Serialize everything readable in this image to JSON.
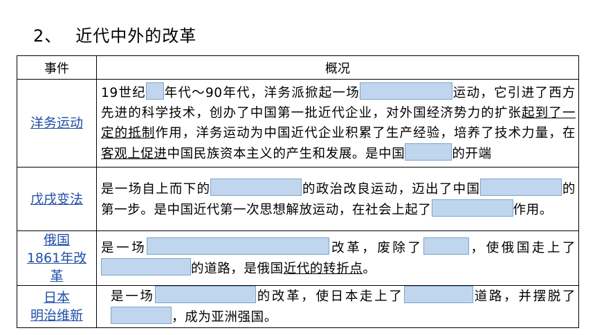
{
  "heading": {
    "number": "2、",
    "title": "近代中外的改革"
  },
  "table": {
    "headers": [
      "事件",
      "概况"
    ],
    "rows": [
      {
        "event": "洋务运动",
        "t1": "19世纪",
        "t2": "年代～90年代，洋务派掀起一场",
        "t3": "运动，它引进了西方先进的科学技术，创办了中国第一批近代企业，对外国经济势力的扩张",
        "t4": "起到了一定的抵制",
        "t5": "作用，洋务运动为中国近代企业积累了生产经验，培养了技术力量，在",
        "t6": "客观上促进",
        "t7": "中国民族资本主义的产生和发展。是中国",
        "t8": "的开端"
      },
      {
        "event": "戊戌变法",
        "t1": "是一场自上而下的",
        "t2": "的政治改良运动，迈出了中国",
        "t3": "的第一步。是中国近代第一次思想解放运动，在社会上起了",
        "t4": "作用。"
      },
      {
        "event_lines": [
          "俄国",
          "1861年改",
          "革"
        ],
        "t1": "是一场",
        "t2": "改革，废除了",
        "t3": "，使俄国走上了",
        "t4": "的道路，是俄国",
        "t5": "近代的转折点",
        "t6": "。"
      },
      {
        "event_lines": [
          "日本",
          "明治维新"
        ],
        "t1": "是一场",
        "t2": "的改革，使日本走上了",
        "t3": "道路，并摆脱了",
        "t4": "，成为亚洲强国。"
      }
    ]
  }
}
